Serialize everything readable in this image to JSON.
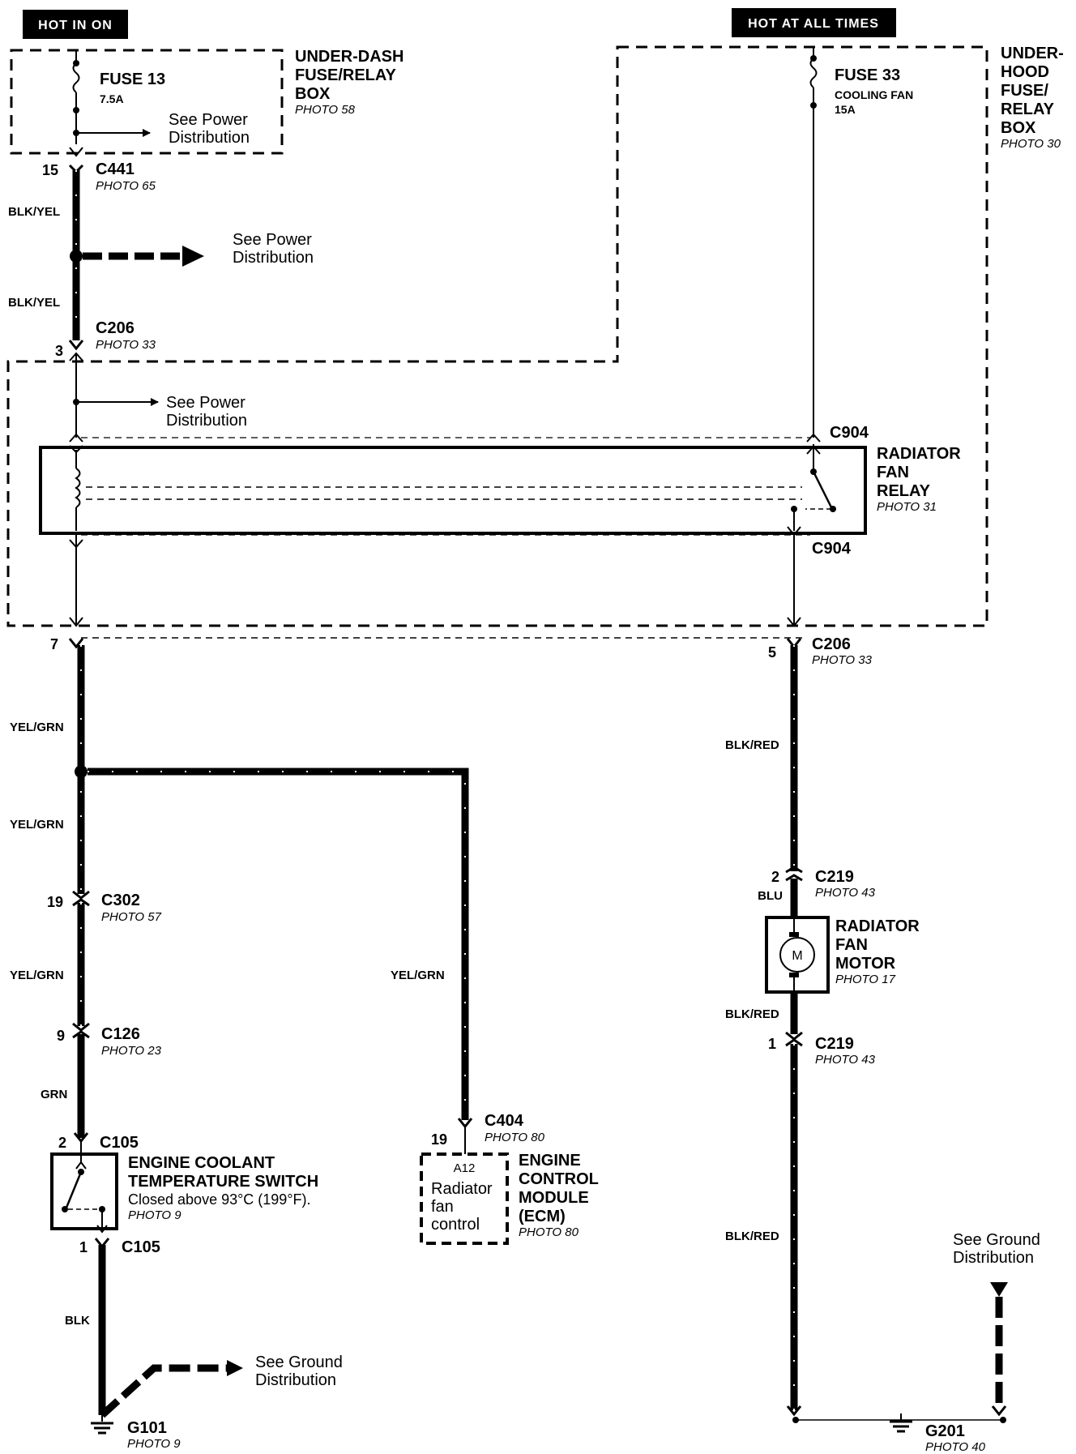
{
  "header": {
    "hot_in_on": "HOT IN ON",
    "hot_at_all_times": "HOT AT ALL TIMES"
  },
  "boxes": {
    "under_dash": {
      "line1": "UNDER-DASH",
      "line2": "FUSE/RELAY",
      "line3": "BOX",
      "photo": "PHOTO 58"
    },
    "under_hood": {
      "line1": "UNDER-",
      "line2": "HOOD",
      "line3": "FUSE/",
      "line4": "RELAY",
      "line5": "BOX",
      "photo": "PHOTO 30"
    }
  },
  "fuses": {
    "fuse13": {
      "name": "FUSE 13",
      "rating": "7.5A"
    },
    "fuse33": {
      "name": "FUSE 33",
      "desc": "COOLING FAN",
      "rating": "15A"
    }
  },
  "refs": {
    "power_line1": "See Power",
    "power_line2": "Distribution",
    "ground_line1": "See Ground",
    "ground_line2": "Distribution"
  },
  "connectors": {
    "c441": {
      "id": "C441",
      "pin": "15",
      "photo": "PHOTO 65"
    },
    "c206_top": {
      "id": "C206",
      "pin": "3",
      "photo": "PHOTO 33"
    },
    "c904_top": {
      "id": "C904"
    },
    "c904_bottom": {
      "id": "C904"
    },
    "c206_left_pin": "7",
    "c206_right": {
      "id": "C206",
      "pin": "5",
      "photo": "PHOTO 33"
    },
    "c302": {
      "id": "C302",
      "pin": "19",
      "photo": "PHOTO 57"
    },
    "c126": {
      "id": "C126",
      "pin": "9",
      "photo": "PHOTO 23"
    },
    "c105_top": {
      "id": "C105",
      "pin": "2"
    },
    "c105_bottom": {
      "id": "C105",
      "pin": "1"
    },
    "c404": {
      "id": "C404",
      "pin": "19",
      "photo": "PHOTO 80"
    },
    "c219_top": {
      "id": "C219",
      "pin": "2",
      "wire": "BLU",
      "photo": "PHOTO 43"
    },
    "c219_bottom": {
      "id": "C219",
      "pin": "1",
      "photo": "PHOTO 43"
    }
  },
  "wires": {
    "blk_yel_1": "BLK/YEL",
    "blk_yel_2": "BLK/YEL",
    "yel_grn_1": "YEL/GRN",
    "yel_grn_2": "YEL/GRN",
    "yel_grn_3": "YEL/GRN",
    "yel_grn_4": "YEL/GRN",
    "grn": "GRN",
    "blk": "BLK",
    "blk_red_1": "BLK/RED",
    "blk_red_2": "BLK/RED",
    "blk_red_3": "BLK/RED"
  },
  "components": {
    "relay": {
      "line1": "RADIATOR",
      "line2": "FAN",
      "line3": "RELAY",
      "photo": "PHOTO 31"
    },
    "motor": {
      "line1": "RADIATOR",
      "line2": "FAN",
      "line3": "MOTOR",
      "photo": "PHOTO 17",
      "symbol": "M"
    },
    "ect_switch": {
      "line1": "ENGINE COOLANT",
      "line2": "TEMPERATURE SWITCH",
      "note": "Closed above 93°C (199°F).",
      "photo": "PHOTO 9"
    },
    "ecm": {
      "line1": "ENGINE",
      "line2": "CONTROL",
      "line3": "MODULE",
      "line4": "(ECM)",
      "photo": "PHOTO 80",
      "terminal": "A12",
      "text1": "Radiator",
      "text2": "fan",
      "text3": "control"
    }
  },
  "grounds": {
    "g101": {
      "id": "G101",
      "photo": "PHOTO 9"
    },
    "g201": {
      "id": "G201",
      "photo": "PHOTO 40"
    }
  }
}
